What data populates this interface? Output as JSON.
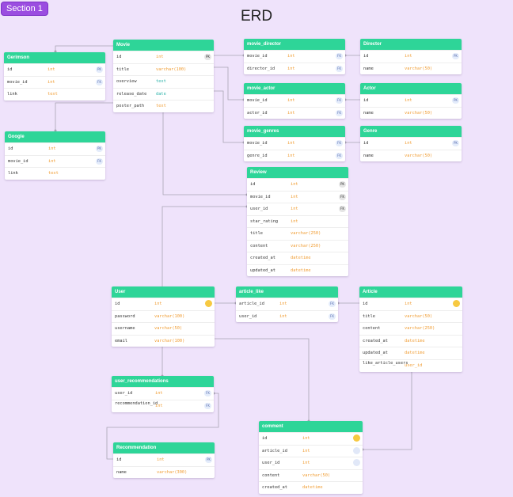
{
  "section_label": "Section 1",
  "title": "ERD",
  "colors": {
    "background": "#efe3fb",
    "header": "#2ed598",
    "type_text": "#f09c32",
    "type_text_alt": "#27b1a8",
    "connector": "#a9a4b3",
    "badge": "#9b4de0"
  },
  "tables": [
    {
      "key": "movie",
      "name": "Movie",
      "columns": [
        {
          "name": "id",
          "type": "int",
          "badge": "PK"
        },
        {
          "name": "title",
          "type": "varchar(100)",
          "badge": ""
        },
        {
          "name": "overview",
          "type": "text",
          "badge": ""
        },
        {
          "name": "release_date",
          "type": "date",
          "badge": ""
        },
        {
          "name": "poster_path",
          "type": "text",
          "badge": ""
        }
      ]
    },
    {
      "key": "gerimson",
      "name": "Gerimson",
      "columns": [
        {
          "name": "id",
          "type": "int",
          "badge": "PK"
        },
        {
          "name": "movie_id",
          "type": "int",
          "badge": "FK"
        },
        {
          "name": "link",
          "type": "text",
          "badge": ""
        }
      ]
    },
    {
      "key": "google",
      "name": "Google",
      "columns": [
        {
          "name": "id",
          "type": "int",
          "badge": "PK"
        },
        {
          "name": "movie_id",
          "type": "int",
          "badge": "FK"
        },
        {
          "name": "link",
          "type": "text",
          "badge": ""
        }
      ]
    },
    {
      "key": "movie_director",
      "name": "movie_director",
      "columns": [
        {
          "name": "movie_id",
          "type": "int",
          "badge": "FK"
        },
        {
          "name": "director_id",
          "type": "int",
          "badge": "FK"
        }
      ]
    },
    {
      "key": "director",
      "name": "Director",
      "columns": [
        {
          "name": "id",
          "type": "int",
          "badge": "PK"
        },
        {
          "name": "name",
          "type": "varchar(50)",
          "badge": ""
        }
      ]
    },
    {
      "key": "movie_actor",
      "name": "movie_actor",
      "columns": [
        {
          "name": "movie_id",
          "type": "int",
          "badge": "FK"
        },
        {
          "name": "actor_id",
          "type": "int",
          "badge": "FK"
        }
      ]
    },
    {
      "key": "actor",
      "name": "Actor",
      "columns": [
        {
          "name": "id",
          "type": "int",
          "badge": "PK"
        },
        {
          "name": "name",
          "type": "varchar(50)",
          "badge": ""
        }
      ]
    },
    {
      "key": "movie_genres",
      "name": "movie_genres",
      "columns": [
        {
          "name": "movie_id",
          "type": "int",
          "badge": "FK"
        },
        {
          "name": "genre_id",
          "type": "int",
          "badge": "FK"
        }
      ]
    },
    {
      "key": "genre",
      "name": "Genre",
      "columns": [
        {
          "name": "id",
          "type": "int",
          "badge": "PK"
        },
        {
          "name": "name",
          "type": "varchar(50)",
          "badge": ""
        }
      ]
    },
    {
      "key": "review",
      "name": "Review",
      "columns": [
        {
          "name": "id",
          "type": "int",
          "badge": "PK"
        },
        {
          "name": "movie_id",
          "type": "int",
          "badge": "FK"
        },
        {
          "name": "user_id",
          "type": "int",
          "badge": "FK"
        },
        {
          "name": "star_rating",
          "type": "int",
          "badge": ""
        },
        {
          "name": "title",
          "type": "varchar(250)",
          "badge": ""
        },
        {
          "name": "content",
          "type": "varchar(250)",
          "badge": ""
        },
        {
          "name": "created_at",
          "type": "datetime",
          "badge": ""
        },
        {
          "name": "updated_at",
          "type": "datetime",
          "badge": ""
        }
      ]
    },
    {
      "key": "user",
      "name": "User",
      "columns": [
        {
          "name": "id",
          "type": "int",
          "badge": "PK"
        },
        {
          "name": "password",
          "type": "varchar(100)",
          "badge": ""
        },
        {
          "name": "username",
          "type": "varchar(50)",
          "badge": ""
        },
        {
          "name": "email",
          "type": "varchar(100)",
          "badge": ""
        }
      ]
    },
    {
      "key": "article_like",
      "name": "article_like",
      "columns": [
        {
          "name": "article_id",
          "type": "int",
          "badge": "FK"
        },
        {
          "name": "user_id",
          "type": "int",
          "badge": "FK"
        }
      ]
    },
    {
      "key": "article",
      "name": "Article",
      "columns": [
        {
          "name": "id",
          "type": "int",
          "badge": "PK"
        },
        {
          "name": "title",
          "type": "varchar(50)",
          "badge": ""
        },
        {
          "name": "content",
          "type": "varchar(250)",
          "badge": ""
        },
        {
          "name": "created_at",
          "type": "datetime",
          "badge": ""
        },
        {
          "name": "updated_at",
          "type": "datetime",
          "badge": ""
        },
        {
          "name": "like_article_users",
          "type": "user_id",
          "badge": ""
        }
      ]
    },
    {
      "key": "user_recommendations",
      "name": "user_recommendations",
      "columns": [
        {
          "name": "user_id",
          "type": "int",
          "badge": "FK"
        },
        {
          "name": "recommendation_id",
          "type": "int",
          "badge": "FK"
        }
      ]
    },
    {
      "key": "recommendation",
      "name": "Recommendation",
      "columns": [
        {
          "name": "id",
          "type": "int",
          "badge": "PK"
        },
        {
          "name": "name",
          "type": "varchar(300)",
          "badge": ""
        }
      ]
    },
    {
      "key": "comment",
      "name": "comment",
      "columns": [
        {
          "name": "id",
          "type": "int",
          "badge": "PK"
        },
        {
          "name": "article_id",
          "type": "int",
          "badge": "FK"
        },
        {
          "name": "user_id",
          "type": "int",
          "badge": "FK"
        },
        {
          "name": "content",
          "type": "varchar(50)",
          "badge": ""
        },
        {
          "name": "created_at",
          "type": "datetime",
          "badge": ""
        }
      ]
    }
  ]
}
